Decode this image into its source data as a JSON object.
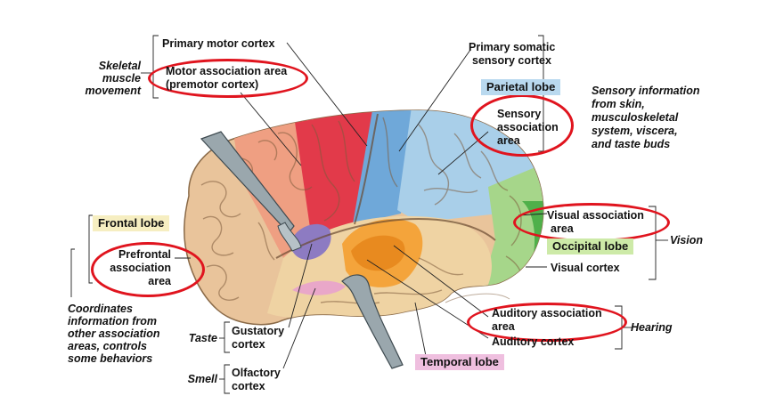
{
  "labels": {
    "primary_motor_cortex": "Primary motor cortex",
    "motor_association_line1": "Motor association area",
    "motor_association_line2": "(premotor cortex)",
    "skeletal_line1": "Skeletal",
    "skeletal_line2": "muscle",
    "skeletal_line3": "movement",
    "primary_somatic_line1": "Primary  somatic",
    "primary_somatic_line2": "sensory cortex",
    "parietal_lobe": "Parietal lobe",
    "sensory_assoc_line1": "Sensory",
    "sensory_assoc_line2": "association",
    "sensory_assoc_line3": "area",
    "sensory_info_line1": "Sensory information",
    "sensory_info_line2": "from skin,",
    "sensory_info_line3": "musculoskeletal",
    "sensory_info_line4": "system, viscera,",
    "sensory_info_line5": "and taste buds",
    "frontal_lobe": "Frontal lobe",
    "prefrontal_line1": "Prefrontal",
    "prefrontal_line2": "association",
    "prefrontal_line3": "area",
    "coordinates_line1": "Coordinates",
    "coordinates_line2": "information from",
    "coordinates_line3": "other association",
    "coordinates_line4": "areas, controls",
    "coordinates_line5": "some behaviors",
    "visual_assoc_line1": "Visual association",
    "visual_assoc_line2": "area",
    "occipital_lobe": "Occipital lobe",
    "visual_cortex": "Visual cortex",
    "vision": "Vision",
    "auditory_assoc_line1": "Auditory association",
    "auditory_assoc_line2": "area",
    "auditory_cortex": "Auditory cortex",
    "hearing": "Hearing",
    "taste": "Taste",
    "gustatory_line1": "Gustatory",
    "gustatory_line2": "cortex",
    "smell": "Smell",
    "olfactory_line1": "Olfactory",
    "olfactory_line2": "cortex",
    "temporal_lobe": "Temporal lobe"
  },
  "colors": {
    "highlight_ring": "#e0141e",
    "parietal_label_bg": "#b9d9ef",
    "frontal_label_bg": "#f6eec1",
    "occipital_label_bg": "#cdeaa8",
    "temporal_label_bg": "#efbfdf",
    "frontal_region": "#e9c49b",
    "premotor_region": "#ef9f82",
    "motor_region": "#e23a4a",
    "somatic_region": "#6fa8d9",
    "parietal_region": "#a9cfe9",
    "occipital_region": "#a6d68a",
    "temporal_region": "#efd3a3",
    "auditory_region": "#f4a43b",
    "gustatory_region": "#8d7bc2",
    "olfactory_region": "#e9a7c9"
  }
}
